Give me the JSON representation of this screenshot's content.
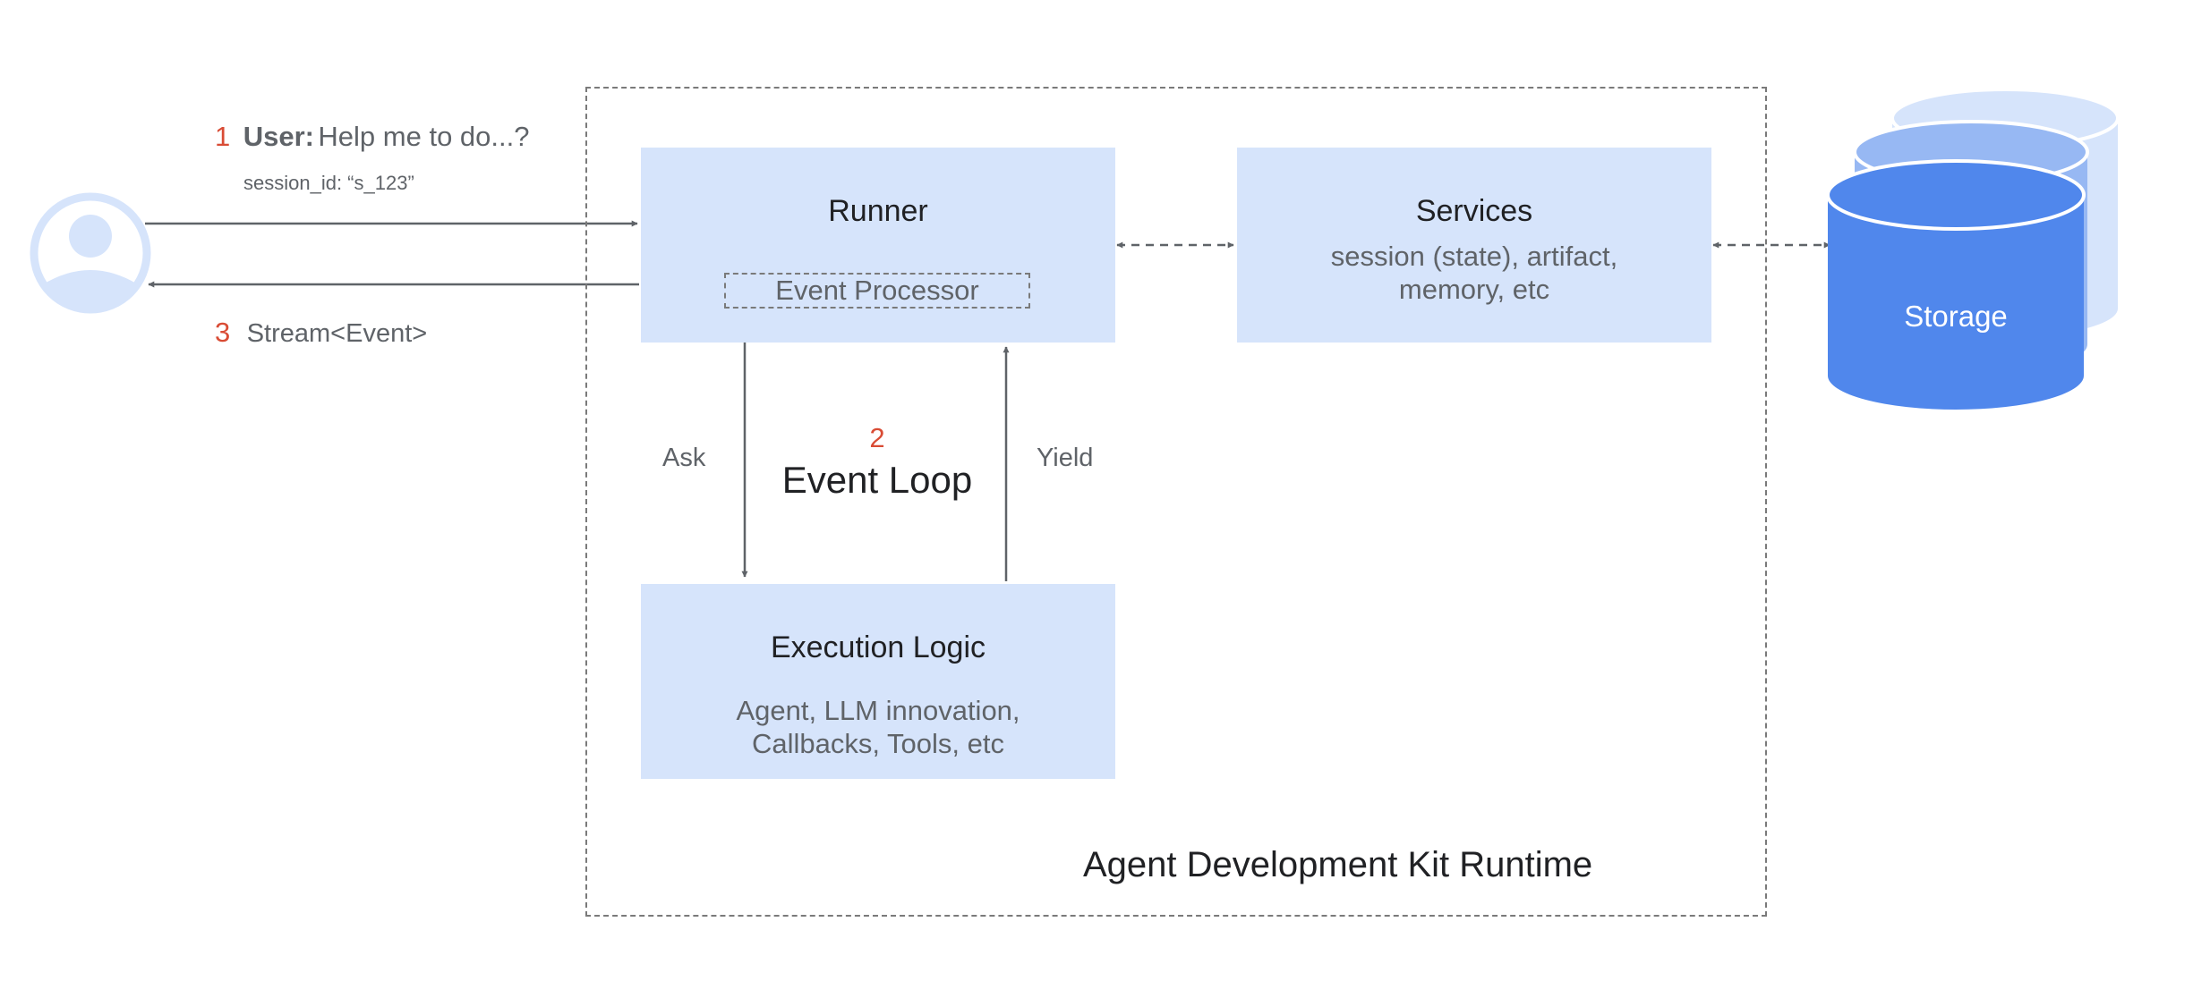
{
  "step1": {
    "number": "1",
    "user_label": "User:",
    "message": "Help me to do...?",
    "session_id": "session_id: “s_123”"
  },
  "step2": {
    "number": "2",
    "label": "Event Loop",
    "ask_label": "Ask",
    "yield_label": "Yield"
  },
  "step3": {
    "number": "3",
    "label": "Stream<Event>"
  },
  "runner": {
    "title": "Runner",
    "event_processor": "Event Processor"
  },
  "services": {
    "title": "Services",
    "line1": "session (state), artifact,",
    "line2": "memory, etc"
  },
  "execution_logic": {
    "title": "Execution Logic",
    "line1": "Agent, LLM innovation,",
    "line2": "Callbacks, Tools, etc"
  },
  "storage": {
    "label": "Storage"
  },
  "runtime": {
    "title": "Agent Development Kit Runtime"
  },
  "colors": {
    "box_fill": "#d6e4fb",
    "step_number": "#d94c35",
    "storage_front": "#5087ec",
    "storage_middle": "#97b8f3",
    "storage_back": "#d6e4fb",
    "user_icon": "#d6e4fb",
    "arrow": "#5f6368"
  },
  "icons": {
    "user": "user-avatar-icon",
    "storage": "database-cylinder-icon"
  }
}
